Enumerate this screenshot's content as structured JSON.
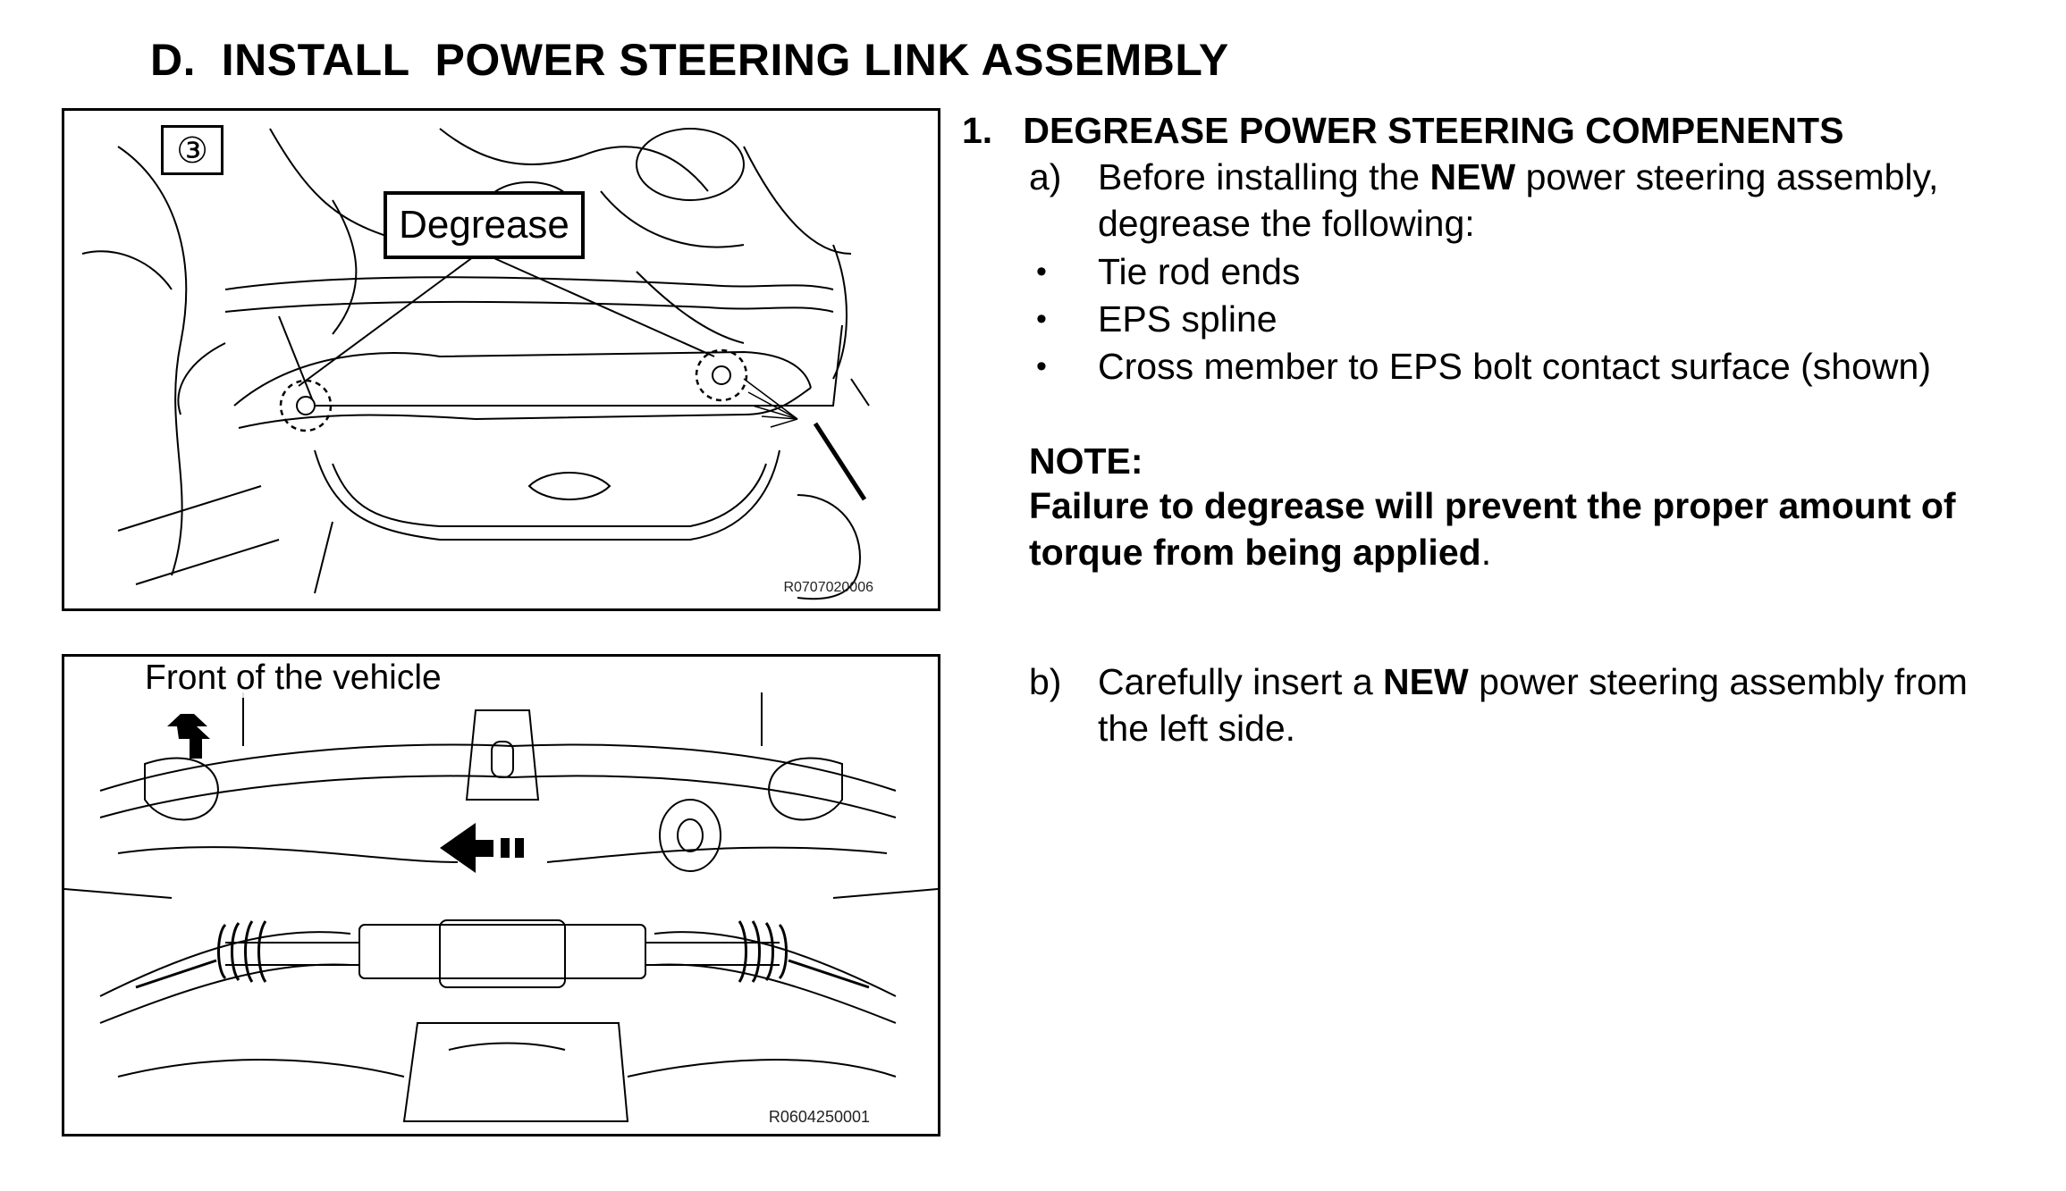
{
  "section": {
    "title": "D.  INSTALL  POWER STEERING LINK ASSEMBLY"
  },
  "figure1": {
    "callout_number": "③",
    "label": "Degrease",
    "code": "R0707020006"
  },
  "figure2": {
    "label": "Front of the vehicle",
    "code": "R0604250001"
  },
  "step1": {
    "number_title": "1.   DEGREASE POWER STEERING COMPENENTS",
    "a": {
      "marker": "a)",
      "line1_pre": "Before installing the ",
      "line1_bold": "NEW",
      "line1_post": " power steering assembly,",
      "line2": "degrease the following:"
    },
    "bullets": [
      "Tie rod ends",
      "EPS spline",
      "Cross member to EPS bolt contact surface (shown)"
    ],
    "note_title": "NOTE:",
    "note_line1": "Failure to degrease will prevent the proper amount of",
    "note_line2": "torque from being applied",
    "note_period": ".",
    "b": {
      "marker": "b)",
      "line1_pre": "Carefully insert a ",
      "line1_bold": "NEW",
      "line1_post": " power steering assembly from",
      "line2": "the left side."
    }
  }
}
